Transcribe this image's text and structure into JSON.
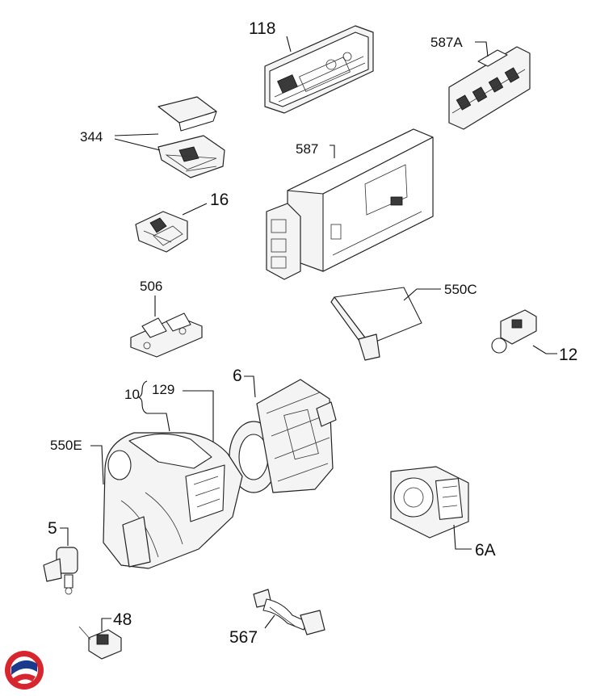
{
  "labels": {
    "p118": "118",
    "p587A": "587A",
    "p344": "344",
    "p587": "587",
    "p16": "16",
    "p506": "506",
    "p550C": "550C",
    "p12": "12",
    "p6": "6",
    "p10": "10",
    "p129": "129",
    "p550E": "550E",
    "p5": "5",
    "p6A": "6A",
    "p48": "48",
    "p567": "567"
  },
  "colors": {
    "outline": "#222222",
    "fill": "#f4f4f4",
    "logo_red": "#d7262d",
    "logo_blue": "#1c3a8c"
  },
  "logo": {
    "name": "brand-logo-icon"
  }
}
